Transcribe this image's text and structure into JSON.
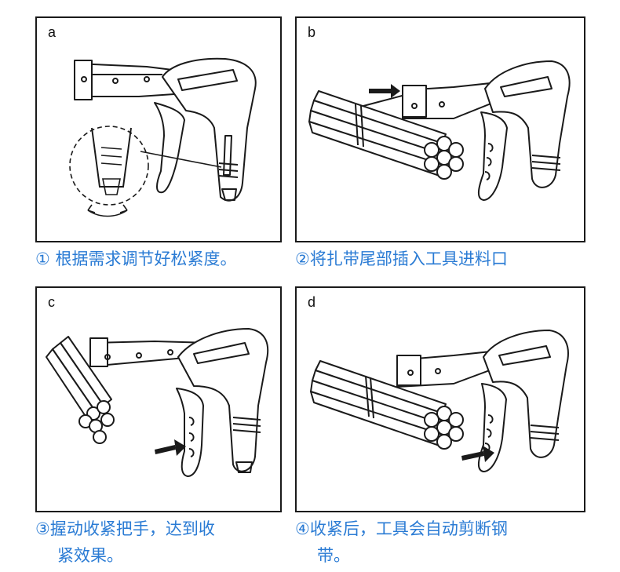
{
  "panels": [
    {
      "letter": "a"
    },
    {
      "letter": "b"
    },
    {
      "letter": "c"
    },
    {
      "letter": "d"
    }
  ],
  "captions": {
    "a": "① 根据需求调节好松紧度。",
    "b": "②将扎带尾部插入工具进料口",
    "c_line1": "③握动收紧把手，达到收",
    "c_line2": "紧效果。",
    "d_line1": "④收紧后，工具会自动剪断钢",
    "d_line2": "带。"
  },
  "colors": {
    "caption": "#2a7bd4",
    "line": "#1a1a1a"
  }
}
